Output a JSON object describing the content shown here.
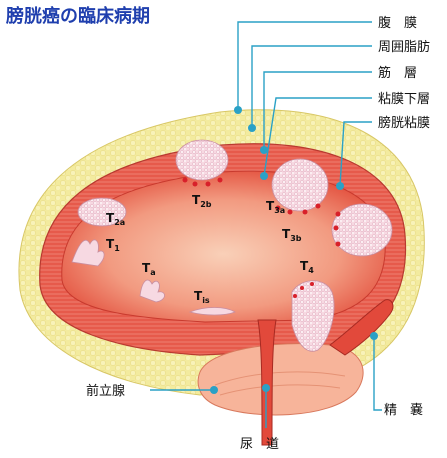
{
  "title": "膀胱癌の臨床病期",
  "layers": {
    "peritoneum": "腹　膜",
    "perivesical_fat": "周囲脂肪",
    "muscle": "筋　層",
    "submucosa": "粘膜下層",
    "mucosa": "膀胱粘膜"
  },
  "organs": {
    "prostate": "前立腺",
    "urethra": "尿　道",
    "seminal_vesicle": "精　嚢"
  },
  "stages": {
    "t2a": "T",
    "t2a_sub": "2a",
    "t1": "T",
    "t1_sub": "1",
    "ta": "T",
    "ta_sub": "a",
    "tis": "T",
    "tis_sub": "is",
    "t2b": "T",
    "t2b_sub": "2b",
    "t3a": "T",
    "t3a_sub": "3a",
    "t3b": "T",
    "t3b_sub": "3b",
    "t4": "T",
    "t4_sub": "4"
  },
  "colors": {
    "title": "#1f3fae",
    "leader": "#2aa1c6",
    "fat": "#f1e79a",
    "muscle": "#e9584a",
    "lumen": "#f7b8a0",
    "tumor": "#f6d3dd"
  }
}
